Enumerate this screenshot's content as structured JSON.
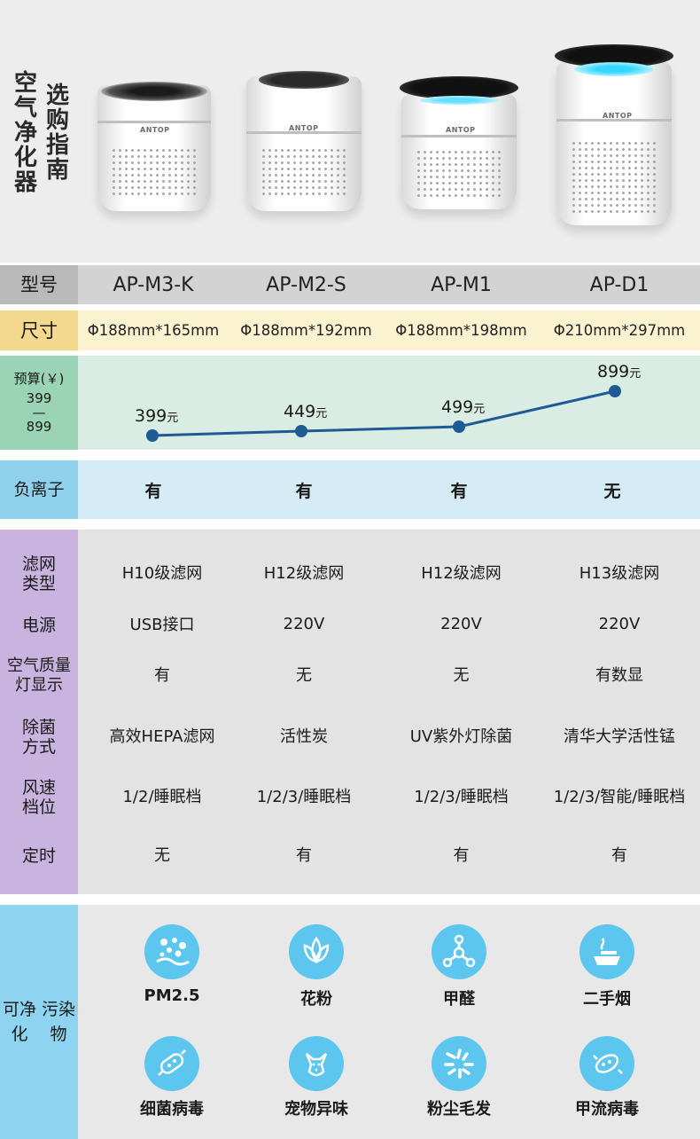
{
  "hero": {
    "title_col1": "空气净化器",
    "title_col2": "选购指南",
    "brand": "ANTOP"
  },
  "rows": {
    "model": {
      "label": "型号",
      "values": [
        "AP-M3-K",
        "AP-M2-S",
        "AP-M1",
        "AP-D1"
      ]
    },
    "size": {
      "label": "尺寸",
      "values": [
        "Φ188mm*165mm",
        "Φ188mm*192mm",
        "Φ188mm*198mm",
        "Φ210mm*297mm"
      ]
    },
    "budget": {
      "label_line1": "预算(￥)",
      "label_line2": "399",
      "label_line3": "—",
      "label_line4": "899"
    },
    "ion": {
      "label": "负离子",
      "values": [
        "有",
        "有",
        "有",
        "无"
      ]
    }
  },
  "chart_data": {
    "type": "line",
    "categories": [
      "AP-M3-K",
      "AP-M2-S",
      "AP-M1",
      "AP-D1"
    ],
    "values": [
      399,
      449,
      499,
      899
    ],
    "value_labels": [
      "399",
      "449",
      "499",
      "899"
    ],
    "unit": "元",
    "ylim": [
      399,
      899
    ],
    "line_color": "#1e5a93",
    "point_color": "#1e5a93"
  },
  "specs": [
    {
      "label": "滤网\n类型",
      "values": [
        "H10级滤网",
        "H12级滤网",
        "H12级滤网",
        "H13级滤网"
      ]
    },
    {
      "label": "电源",
      "values": [
        "USB接口",
        "220V",
        "220V",
        "220V"
      ]
    },
    {
      "label": "空气质量\n灯显示",
      "values": [
        "有",
        "无",
        "无",
        "有数显"
      ]
    },
    {
      "label": "除菌\n方式",
      "values": [
        "高效HEPA滤网",
        "活性炭",
        "UV紫外灯除菌",
        "清华大学活性锰"
      ]
    },
    {
      "label": "风速\n档位",
      "values": [
        "1/2/睡眠档",
        "1/2/3/睡眠档",
        "1/2/3/睡眠档",
        "1/2/3/智能/睡眠档"
      ]
    },
    {
      "label": "定时",
      "values": [
        "无",
        "有",
        "有",
        "有"
      ]
    }
  ],
  "pollutants": {
    "label": "可净化\n污染物",
    "items": [
      {
        "label": "PM2.5",
        "icon": "particles-icon"
      },
      {
        "label": "花粉",
        "icon": "lotus-icon"
      },
      {
        "label": "甲醛",
        "icon": "molecule-icon"
      },
      {
        "label": "二手烟",
        "icon": "ashtray-icon"
      },
      {
        "label": "细菌病毒",
        "icon": "bacteria-icon"
      },
      {
        "label": "宠物异味",
        "icon": "dog-icon"
      },
      {
        "label": "粉尘毛发",
        "icon": "dust-icon"
      },
      {
        "label": "甲流病毒",
        "icon": "virus-icon"
      }
    ]
  },
  "colors": {
    "icon_bg": "#5cc6ef",
    "model_label_bg": "#b9b9b9",
    "size_label_bg": "#f3d98e",
    "budget_label_bg": "#9bd3b6",
    "ion_label_bg": "#8fd0ec",
    "spec_label_bg": "#c9b3df"
  }
}
